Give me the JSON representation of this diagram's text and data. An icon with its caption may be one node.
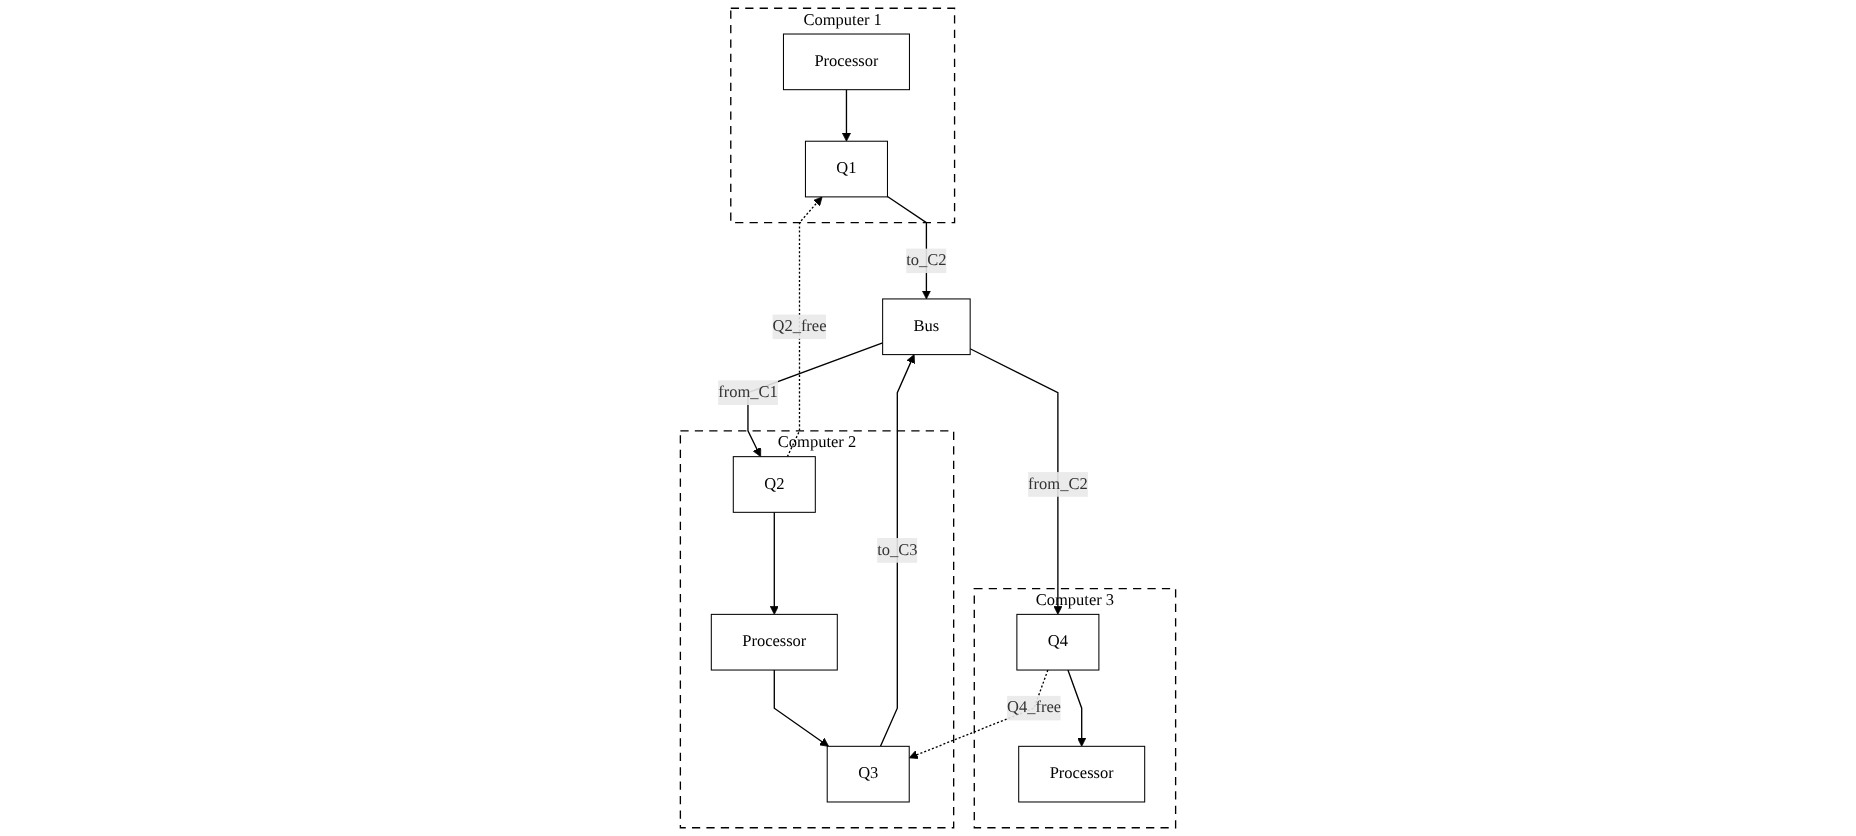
{
  "diagram": {
    "nodes": [
      {
        "text": [
          "Computer 1"
        ]
      },
      {
        "text": [
          "Processor"
        ],
        "in": 0
      },
      {
        "text": [
          "Q1"
        ],
        "in": 0
      },
      {
        "text": [
          "Computer 2"
        ]
      },
      {
        "text": [
          "Processor"
        ],
        "in": 3
      },
      {
        "text": [
          "Q2"
        ],
        "in": 3
      },
      {
        "text": [
          "Q3"
        ],
        "in": 3
      },
      {
        "text": [
          "Computer 3"
        ]
      },
      {
        "text": [
          "Processor"
        ],
        "in": 7
      },
      {
        "text": [
          "Q4"
        ],
        "in": 7
      },
      {
        "text": [
          "Bus"
        ]
      }
    ],
    "edges": [
      {
        "from": 1,
        "to": 2,
        "arrow": "to"
      },
      {
        "from": 5,
        "to": 4,
        "arrow": "to"
      },
      {
        "from": 4,
        "to": 6,
        "arrow": "to"
      },
      {
        "from": 9,
        "to": 8,
        "arrow": "to"
      },
      {
        "from": 5,
        "to": 2,
        "arrow": "to",
        "label": "Q2_free",
        "style": "dashed"
      },
      {
        "from": 9,
        "to": 6,
        "arrow": "to",
        "label": "Q4_free",
        "style": "dashed"
      },
      {
        "from": 2,
        "to": 10,
        "arrow": "to",
        "label": "to_C2"
      },
      {
        "from": 10,
        "to": 5,
        "arrow": "to",
        "label": "from_C1"
      },
      {
        "from": 6,
        "to": 10,
        "arrow": "to",
        "label": "to_C3"
      },
      {
        "from": 10,
        "to": 9,
        "arrow": "to",
        "label": "from_C2"
      }
    ]
  }
}
